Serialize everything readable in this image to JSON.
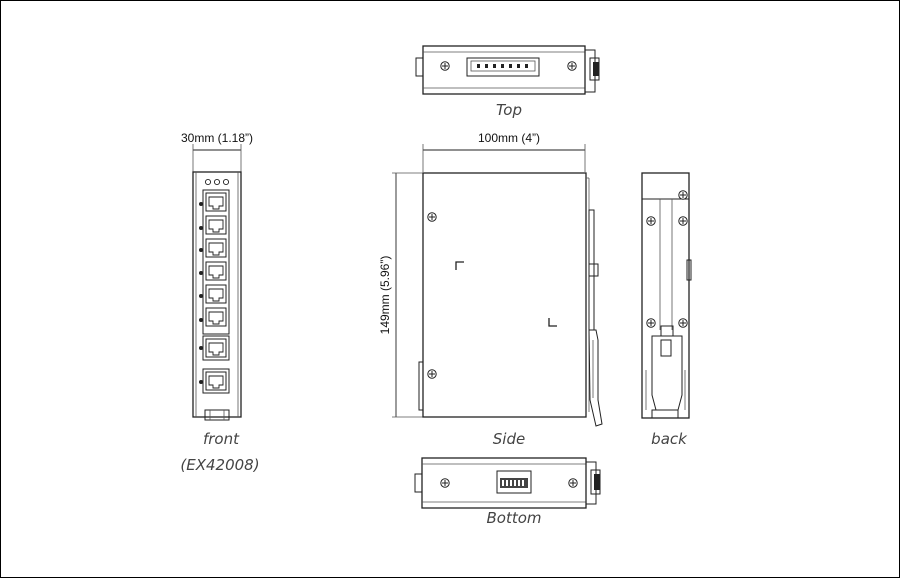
{
  "labels": {
    "top": "Top",
    "side": "Side",
    "back": "back",
    "bottom": "Bottom",
    "front": "front",
    "model": "(EX42008)"
  },
  "dimensions": {
    "width_front": "30mm (1.18”)",
    "width_side": "100mm (4”)",
    "height_side": "149mm (5.96”)"
  }
}
